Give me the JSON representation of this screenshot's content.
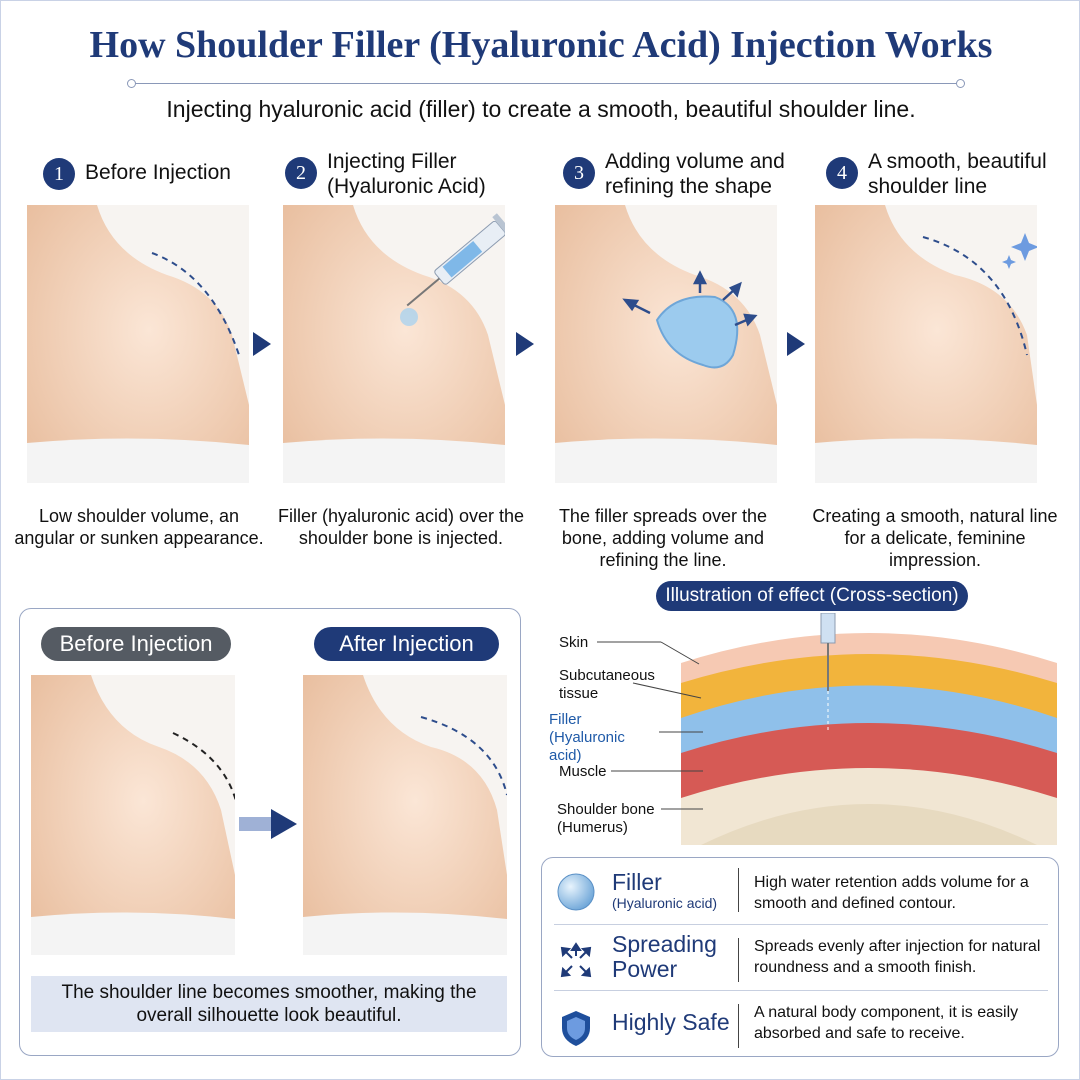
{
  "title": "How Shoulder Filler (Hyaluronic Acid) Injection Works",
  "subtitle": "Injecting hyaluronic acid (filler) to create a smooth, beautiful shoulder line.",
  "steps": [
    {
      "num": "1",
      "title": "Before Injection",
      "caption": "Low shoulder volume, an angular or sunken appearance."
    },
    {
      "num": "2",
      "title": "Injecting Filler (Hyaluronic Acid)",
      "caption": "Filler (hyaluronic acid) over the shoulder bone is injected."
    },
    {
      "num": "3",
      "title": "Adding volume and refining the shape",
      "caption": "The filler spreads over the bone, adding volume and refining the line."
    },
    {
      "num": "4",
      "title": "A smooth, beautiful shoulder line",
      "caption": "Creating a smooth, natural line for a delicate, feminine impression."
    }
  ],
  "comparison": {
    "before_label": "Before Injection",
    "after_label": "After Injection",
    "caption": "The shoulder line becomes smoother, making the overall silhouette look beautiful."
  },
  "cross_section": {
    "title": "Illustration of effect (Cross-section)",
    "labels": {
      "skin": "Skin",
      "subcutaneous": "Subcutaneous tissue",
      "filler": "Filler (Hyaluronic acid)",
      "muscle": "Muscle",
      "bone": "Shoulder bone (Humerus)"
    }
  },
  "features": [
    {
      "name": "Filler",
      "sub": "(Hyaluronic acid)",
      "desc": "High water retention adds volume for a smooth and defined contour.",
      "icon": "gel-drop-icon"
    },
    {
      "name": "Spreading Power",
      "sub": "",
      "desc": "Spreads evenly after injection for natural roundness and a smooth finish.",
      "icon": "spread-arrows-icon"
    },
    {
      "name": "Highly Safe",
      "sub": "",
      "desc": "A natural body component, it is easily absorbed and safe to receive.",
      "icon": "shield-icon"
    }
  ],
  "colors": {
    "navy": "#1f3a78",
    "skin": "#f3d6bf",
    "filler": "#8fc0ea",
    "muscle": "#d65a55",
    "fat": "#f2b43c"
  }
}
